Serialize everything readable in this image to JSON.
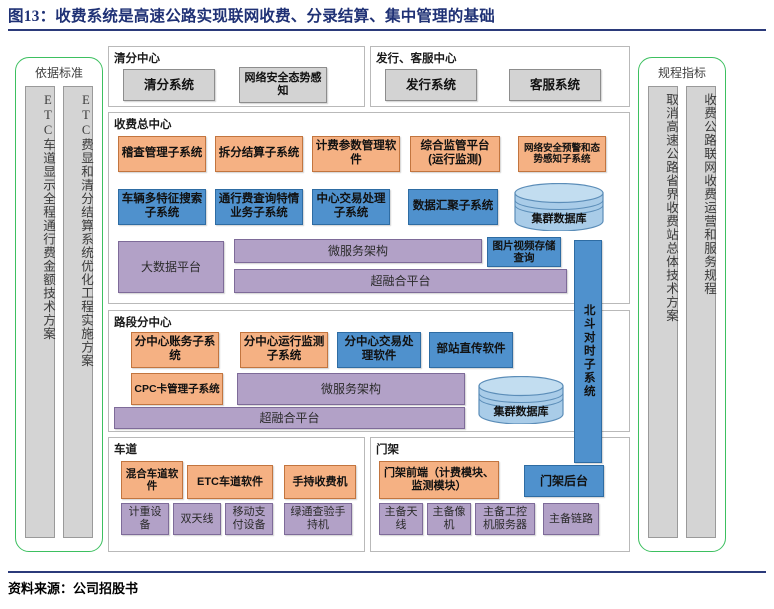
{
  "figure": {
    "title": "图13：收费系统是高速公路实现联网收费、分录结算、集中管理的基础",
    "source": "资料来源：公司招股书"
  },
  "left_panel": {
    "title": "依据标准",
    "items": [
      {
        "label": "ETC车道显示全程通行费金额技术方案"
      },
      {
        "label": "ETC费显和清分结算系统优化工程实施方案"
      }
    ]
  },
  "right_panel": {
    "title": "规程指标",
    "items": [
      {
        "label": "取消高速公路省界收费站总体技术方案"
      },
      {
        "label": "收费公路联网收费运营和服务规程"
      }
    ]
  },
  "groups": {
    "clearing_center": {
      "title": "清分中心",
      "nodes": [
        {
          "label": "清分系统",
          "color": "grey"
        },
        {
          "label": "网络安全态势感知",
          "color": "grey"
        }
      ]
    },
    "issuing_service_center": {
      "title": "发行、客服中心",
      "nodes": [
        {
          "label": "发行系统",
          "color": "grey"
        },
        {
          "label": "客服系统",
          "color": "grey"
        }
      ]
    },
    "toll_main_center": {
      "title": "收费总中心",
      "row_orange": [
        {
          "label": "稽查管理子系统",
          "color": "orange"
        },
        {
          "label": "拆分结算子系统",
          "color": "orange"
        },
        {
          "label": "计费参数管理软件",
          "color": "orange"
        },
        {
          "label": "综合监管平台(运行监测)",
          "color": "orange"
        },
        {
          "label": "网络安全预警和态势感知子系统",
          "color": "orange"
        }
      ],
      "row_blue": [
        {
          "label": "车辆多特征搜索子系统",
          "color": "blue"
        },
        {
          "label": "通行费查询特情业务子系统",
          "color": "blue"
        },
        {
          "label": "中心交易处理子系统",
          "color": "blue"
        },
        {
          "label": "数据汇聚子系统",
          "color": "blue"
        }
      ],
      "database": {
        "label": "集群数据库"
      },
      "platform": [
        {
          "label": "大数据平台",
          "color": "purple"
        },
        {
          "label": "微服务架构",
          "color": "purple"
        },
        {
          "label": "超融合平台",
          "color": "purple"
        },
        {
          "label": "图片视频存储查询",
          "color": "blue"
        }
      ]
    },
    "section_sub_center": {
      "title": "路段分中心",
      "row_top": [
        {
          "label": "分中心账务子系统",
          "color": "orange"
        },
        {
          "label": "分中心运行监测子系统",
          "color": "orange"
        },
        {
          "label": "分中心交易处理软件",
          "color": "blue"
        },
        {
          "label": "部站直传软件",
          "color": "blue"
        }
      ],
      "row_bottom": [
        {
          "label": "CPC卡管理子系统",
          "color": "orange"
        },
        {
          "label": "微服务架构",
          "color": "purple"
        },
        {
          "label": "超融合平台",
          "color": "purple"
        }
      ],
      "database": {
        "label": "集群数据库"
      }
    },
    "lane": {
      "title": "车道",
      "row_top": [
        {
          "label": "混合车道软件",
          "color": "orange"
        },
        {
          "label": "ETC车道软件",
          "color": "orange"
        },
        {
          "label": "手持收费机",
          "color": "orange"
        }
      ],
      "row_bottom": [
        {
          "label": "计重设备",
          "color": "purple"
        },
        {
          "label": "双天线",
          "color": "purple"
        },
        {
          "label": "移动支付设备",
          "color": "purple"
        },
        {
          "label": "绿通查验手持机",
          "color": "purple"
        }
      ]
    },
    "gantry": {
      "title": "门架",
      "row_top": [
        {
          "label": "门架前端（计费模块、监测模块）",
          "color": "orange"
        },
        {
          "label": "门架后台",
          "color": "blue"
        }
      ],
      "row_bottom": [
        {
          "label": "主备天线",
          "color": "purple"
        },
        {
          "label": "主备像机",
          "color": "purple"
        },
        {
          "label": "主备工控机服务器",
          "color": "purple"
        },
        {
          "label": "主备链路",
          "color": "purple"
        }
      ]
    }
  },
  "beidou": {
    "label": "北斗对时子系统",
    "color": "blue"
  },
  "colors": {
    "title_blue": "#1f3175",
    "panel_green": "#3dc060",
    "orange": "#f5b183",
    "blue": "#4f91cd",
    "purple": "#b2a1c7",
    "grey": "#d3d3d3",
    "cylinder": "#a9cce8"
  }
}
